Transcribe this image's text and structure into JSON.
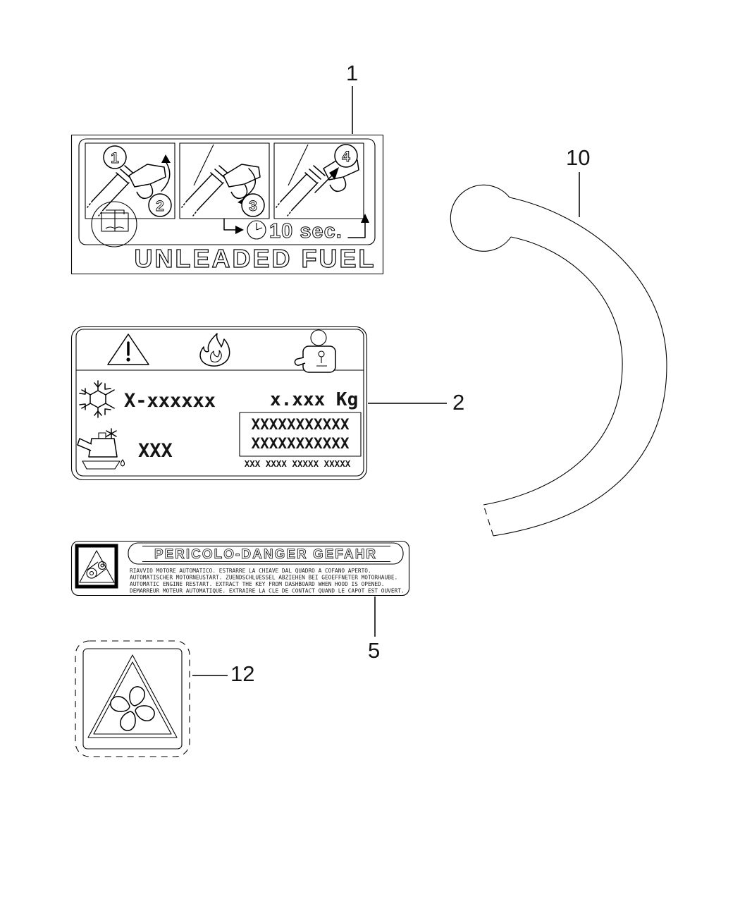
{
  "callouts": {
    "unleaded": "1",
    "ac": "2",
    "danger": "5",
    "hose": "10",
    "fan": "12"
  },
  "unleaded_label": {
    "step1": "1",
    "step2": "2",
    "step3": "3",
    "step4": "4",
    "duration": "10 sec.",
    "title": "UNLEADED FUEL"
  },
  "ac_label": {
    "refrigerant_code": "X-xxxxxx",
    "charge_weight": "x.xxx Kg",
    "barcode_line1": "XXXXXXXXXXX",
    "barcode_line2": "XXXXXXXXXXX",
    "oil_code": "XXX",
    "part_code": "XXX XXXX XXXXX XXXXX"
  },
  "danger_label": {
    "title": "PERICOLO-DANGER GEFAHR",
    "lines": [
      "RIAVVIO MOTORE AUTOMATICO. ESTRARRE LA CHIAVE DAL QUADRO A COFANO APERTO.",
      "AUTOMATISCHER MOTORNEUSTART. ZUENDSCHLUESSEL ABZIEHEN BEI GEOEFFNETER MOTORHAUBE.",
      "AUTOMATIC ENGINE RESTART. EXTRACT THE KEY FROM DASHBOARD WHEN HOOD IS OPENED.",
      "DEMARREUR MOTEUR AUTOMATIQUE. EXTRAIRE LA CLE DE CONTACT QUAND LE CAPOT EST OUVERT."
    ]
  },
  "colors": {
    "line": "#000000",
    "background": "#ffffff",
    "leader": "#3d3d3d"
  }
}
